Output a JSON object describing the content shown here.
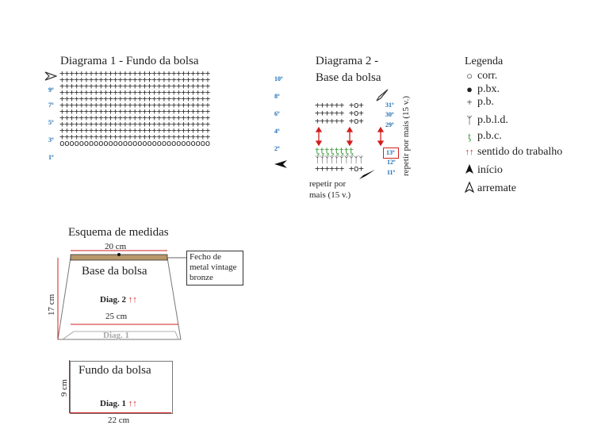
{
  "diagram1": {
    "title": "Diagrama 1 - Fundo da bolsa",
    "rows_right": [
      "10º",
      "8º",
      "6º",
      "4º",
      "2º"
    ],
    "rows_left": [
      "9º",
      "7º",
      "5º",
      "3º",
      "1º"
    ]
  },
  "diagram2": {
    "title_line1": "Diagrama 2 -",
    "title_line2": "Base da bolsa",
    "rows": [
      "31º",
      "30º",
      "29º",
      "13º",
      "12º",
      "11º"
    ],
    "repeat_bottom_line1": "repetir por",
    "repeat_bottom_line2": "mais (15 v.)",
    "repeat_side": "repetir por mais (15 v.)"
  },
  "legend": {
    "title": "Legenda",
    "items": [
      {
        "icon": "circle-icon",
        "label": "corr."
      },
      {
        "icon": "dot-icon",
        "label": "p.bx."
      },
      {
        "icon": "plus-icon",
        "label": "p.b."
      },
      {
        "icon": "dc-stitch-icon",
        "label": "p.b.l.d."
      },
      {
        "icon": "fpsc-stitch-icon",
        "label": "p.b.c."
      },
      {
        "icon": "arrows-up-icon",
        "label": "sentido do trabalho"
      },
      {
        "icon": "start-arrow-icon",
        "label": "início"
      },
      {
        "icon": "finish-arrow-icon",
        "label": "arremate"
      }
    ]
  },
  "scheme": {
    "title": "Esquema de medidas",
    "top_width": "20 cm",
    "clasp_note_line1": "Fecho de",
    "clasp_note_line2": "metal vintage",
    "clasp_note_line3": "bronze",
    "base_label": "Base da bolsa",
    "diag2_label": "Diag. 2",
    "bottom_width": "25 cm",
    "diag1_label_faded": "Diag. 1",
    "height": "17 cm",
    "bottom_title": "Fundo da bolsa",
    "bottom_height": "9 cm",
    "bottom_diag_label": "Diag. 1",
    "bottom_width2": "22 cm"
  },
  "colors": {
    "row_numbers": "#1f6fb5",
    "red": "#d21f1f",
    "green": "#3c9a3c",
    "clasp": "#b8976a"
  }
}
